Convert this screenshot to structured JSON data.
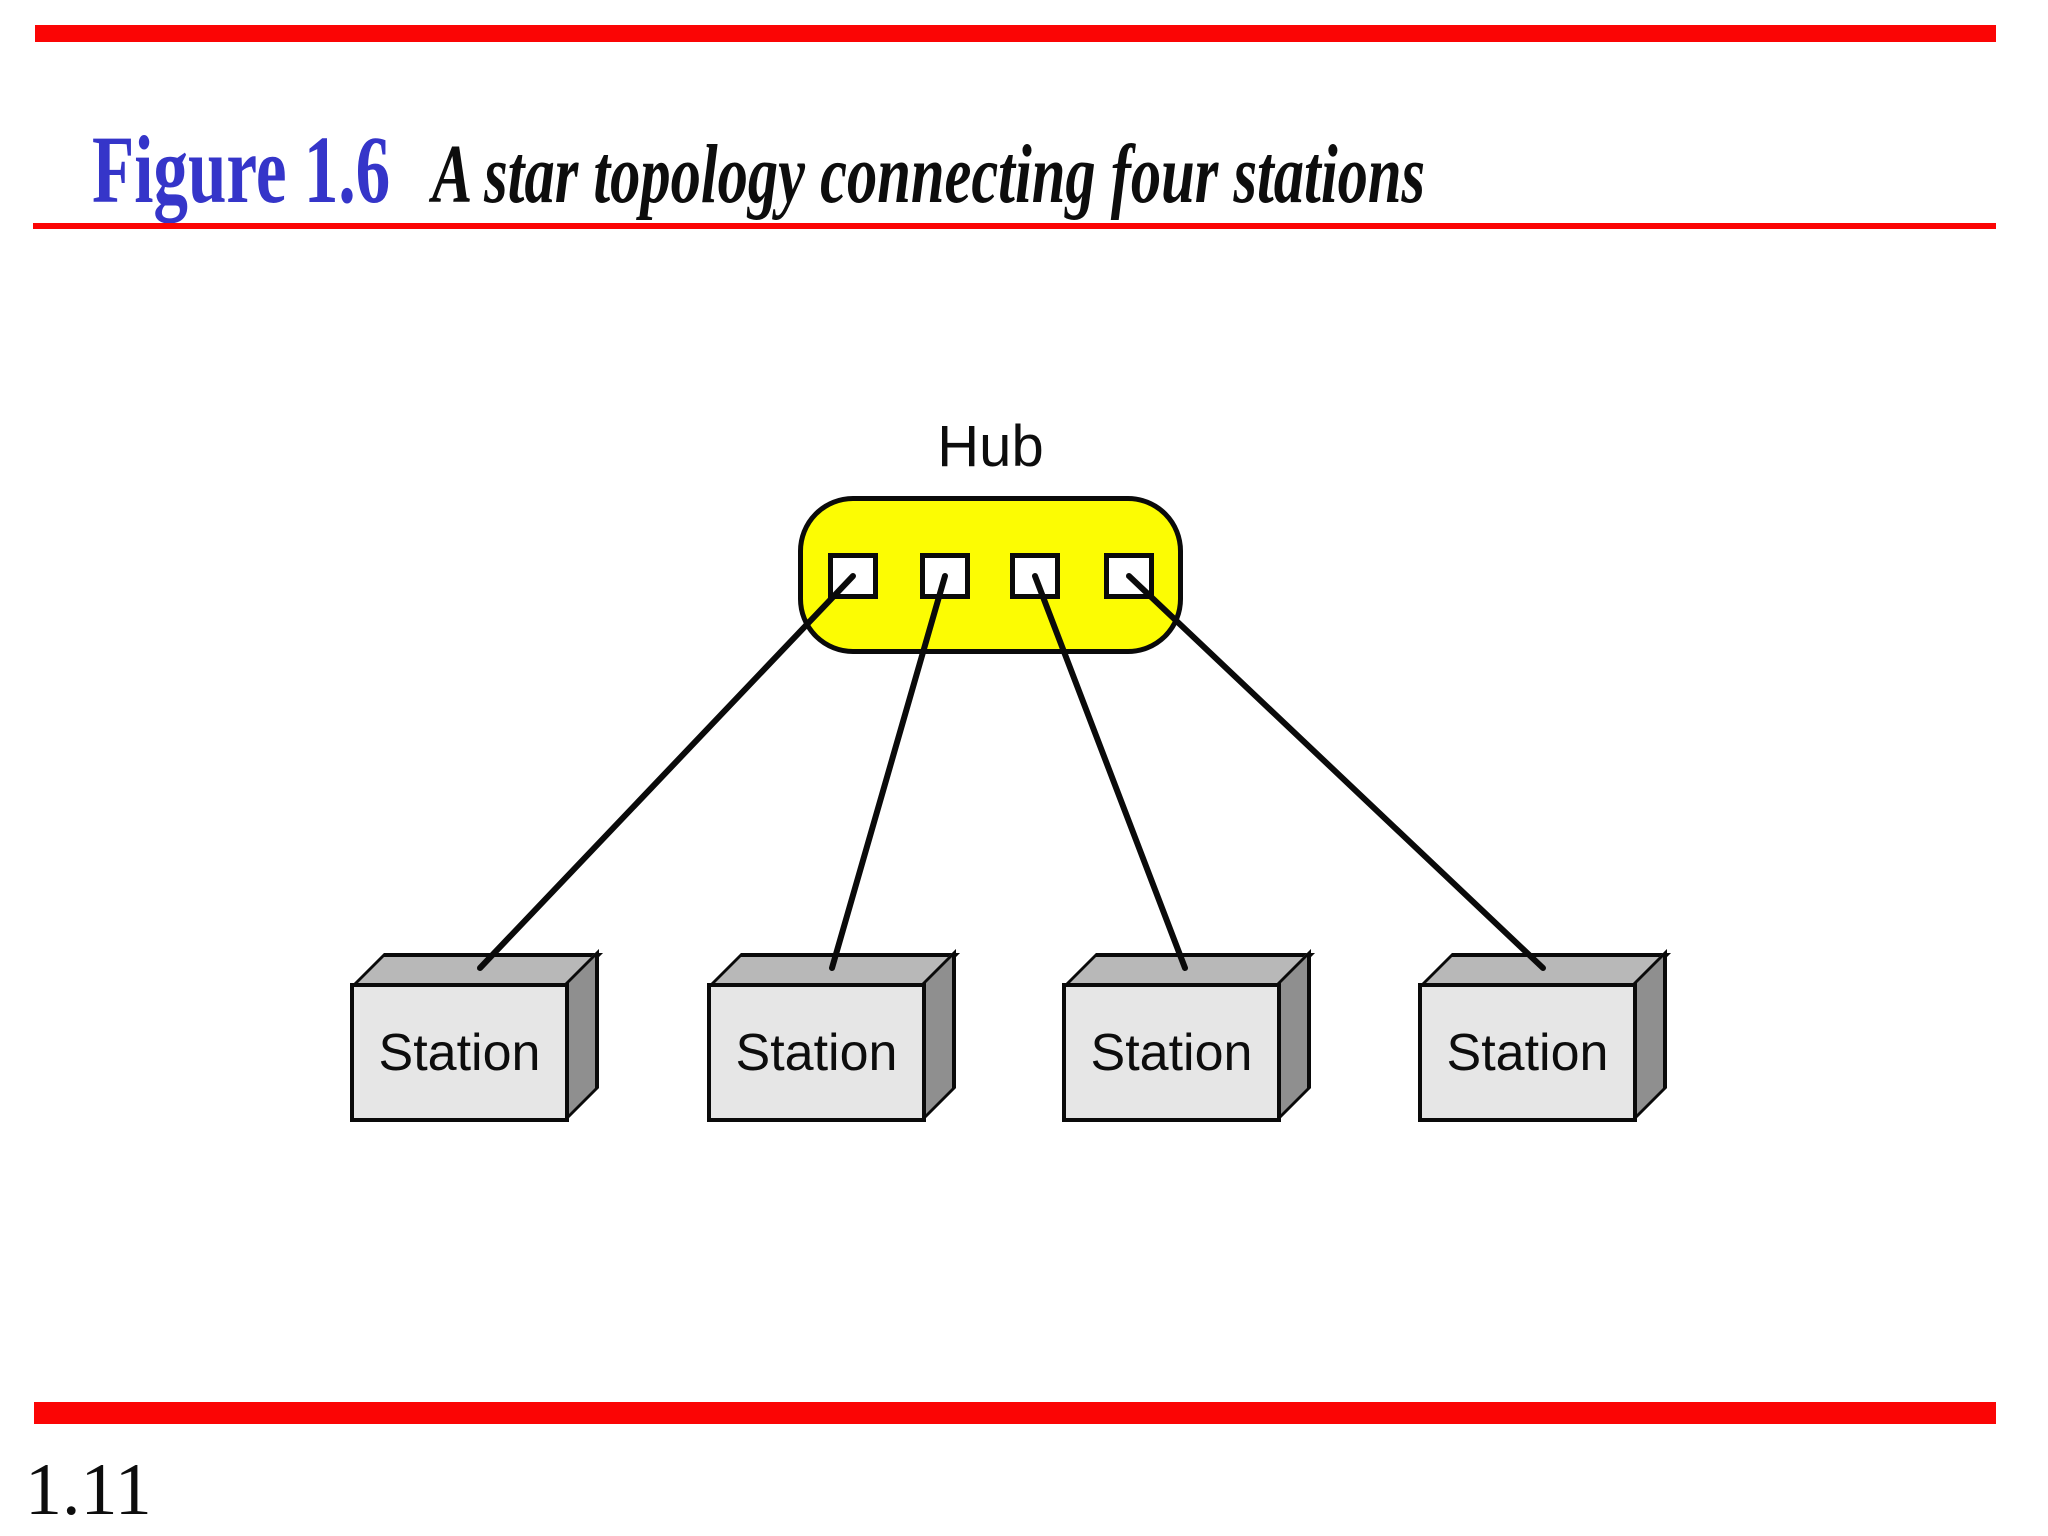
{
  "slide": {
    "figure_label": "Figure 1.6",
    "caption": "A star topology connecting four stations",
    "page_number": "1.11"
  },
  "diagram": {
    "hub": {
      "label": "Hub",
      "port_count": 4
    },
    "stations": [
      {
        "label": "Station"
      },
      {
        "label": "Station"
      },
      {
        "label": "Station"
      },
      {
        "label": "Station"
      }
    ],
    "connections": [
      {
        "from": "hub-port-1",
        "to": "station-1"
      },
      {
        "from": "hub-port-2",
        "to": "station-2"
      },
      {
        "from": "hub-port-3",
        "to": "station-3"
      },
      {
        "from": "hub-port-4",
        "to": "station-4"
      }
    ]
  },
  "colors": {
    "accent_red": "#fb0505",
    "figure_label_blue": "#3535c9",
    "hub_fill_yellow": "#fcfc03",
    "station_front_gray": "#e6e6e6",
    "station_top_gray": "#b8b8b8",
    "station_side_gray": "#8f8f8f",
    "line_black": "#0a0a0a"
  }
}
